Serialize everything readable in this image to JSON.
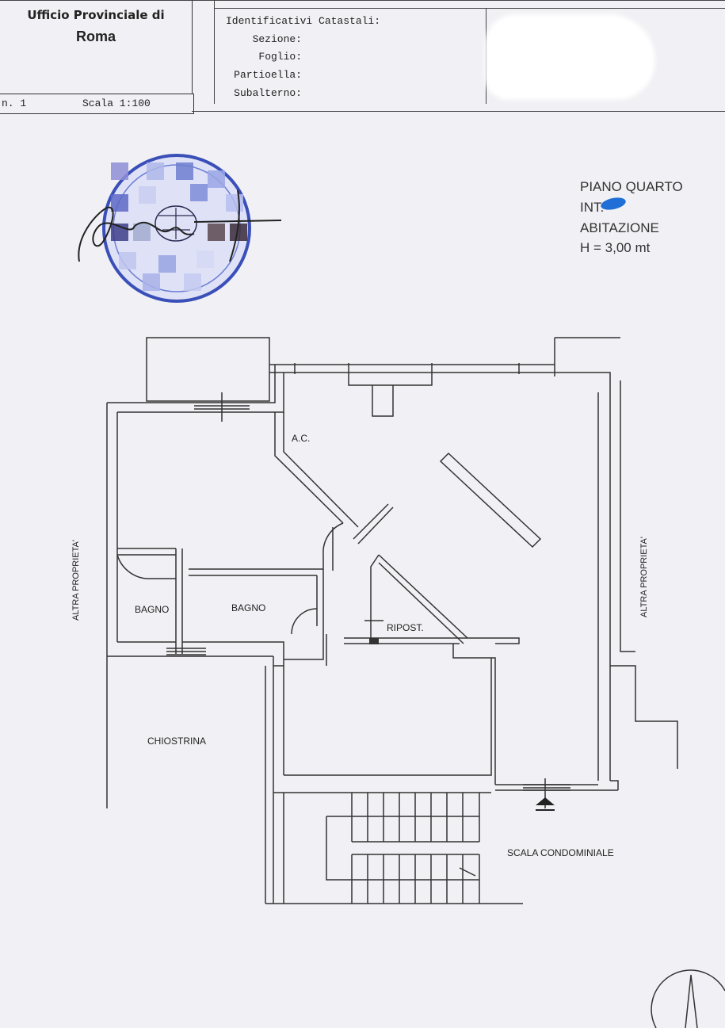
{
  "header": {
    "office_line1": "Ufficio Provinciale di",
    "office_line2": "Roma",
    "sheet_number": "n. 1",
    "scale": "Scala 1:100",
    "ids_title": "Identificativi Catastali:",
    "fields": [
      {
        "label": "Sezione:"
      },
      {
        "label": "Foglio:"
      },
      {
        "label": "Partioella:"
      },
      {
        "label": "Subalterno:"
      }
    ]
  },
  "info": {
    "floor": "PIANO QUARTO",
    "unit": "INT.",
    "use": "ABITAZIONE",
    "height": "H = 3,00 mt"
  },
  "plan": {
    "labels": {
      "ac": "A.C.",
      "bagno_1": "BAGNO",
      "bagno_2": "BAGNO",
      "ripost": "RIPOST.",
      "chiostrina": "CHIOSTRINA",
      "scala": "SCALA CONDOMINIALE",
      "altra_left": "ALTRA PROPRIETA'",
      "altra_right": "ALTRA PROPRIETA'"
    }
  },
  "colors": {
    "paper": "#f1f1f5",
    "ink": "#333333",
    "stamp": "#3a4fb8",
    "redaction": "#1f6fd6"
  }
}
